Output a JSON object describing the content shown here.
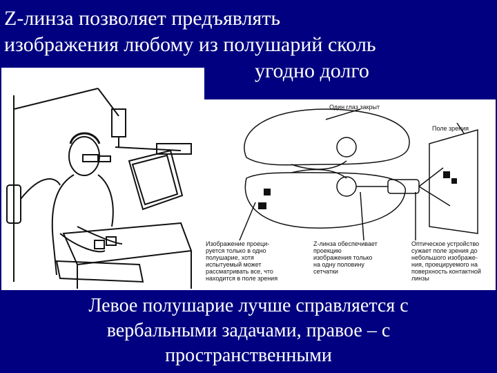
{
  "title": {
    "line1": "Z-линза позволяет предъявлять",
    "line2": "изображения любому из полушарий сколь",
    "line3": "угодно долго"
  },
  "figure": {
    "labels": {
      "one_eye_closed": "Один глаз закрыт",
      "visual_field": "Поле зрения"
    },
    "captions": {
      "left": [
        "Изображение проеци-",
        "руется только в одно",
        "полушарие, хотя",
        "испытуемый может",
        "рассматривать все, что",
        "находится в поле зрения"
      ],
      "middle": [
        "Z-линза обеспечивает",
        "проекцию",
        "изображения только",
        "на одну половину",
        "сетчатки"
      ],
      "right": [
        "Оптическое устройство",
        "сужает поле зрения до",
        "небольшого изображе-",
        "ния, проецируемого на",
        "поверхность контактной",
        "линзы"
      ]
    }
  },
  "bottom_text": {
    "line1": "Левое полушарие лучше справляется с",
    "line2": "вербальными задачами, правое – с",
    "line3": "пространственными"
  },
  "colors": {
    "background": "#000080",
    "text": "#ffffff",
    "figure_bg": "#ffffff"
  }
}
